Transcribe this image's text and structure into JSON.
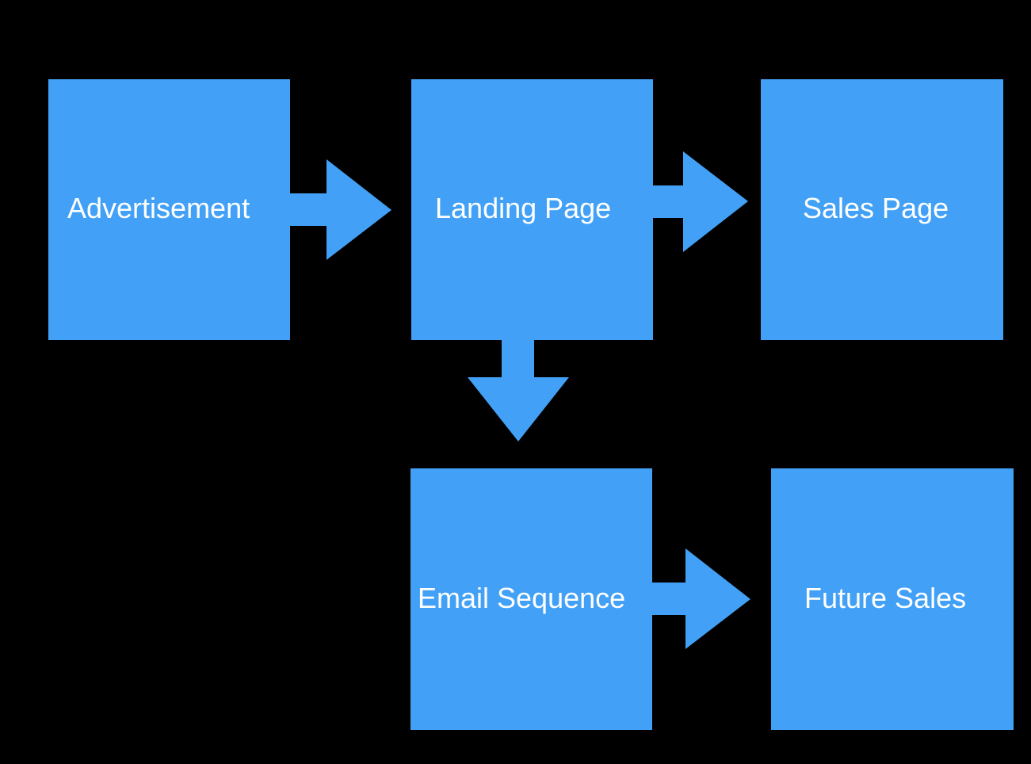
{
  "diagram": {
    "colors": {
      "background": "#000000",
      "node_fill": "#42A1F6",
      "arrow_fill": "#42A1F6",
      "label_color": "#FFFFFF"
    },
    "nodes": {
      "advertisement": "Advertisement",
      "landing_page": "Landing Page",
      "sales_page": "Sales Page",
      "email_sequence": "Email Sequence",
      "future_sales": "Future Sales"
    },
    "edges": [
      {
        "from": "Advertisement",
        "to": "Landing Page"
      },
      {
        "from": "Landing Page",
        "to": "Sales Page"
      },
      {
        "from": "Landing Page",
        "to": "Email Sequence"
      },
      {
        "from": "Email Sequence",
        "to": "Future Sales"
      }
    ]
  }
}
